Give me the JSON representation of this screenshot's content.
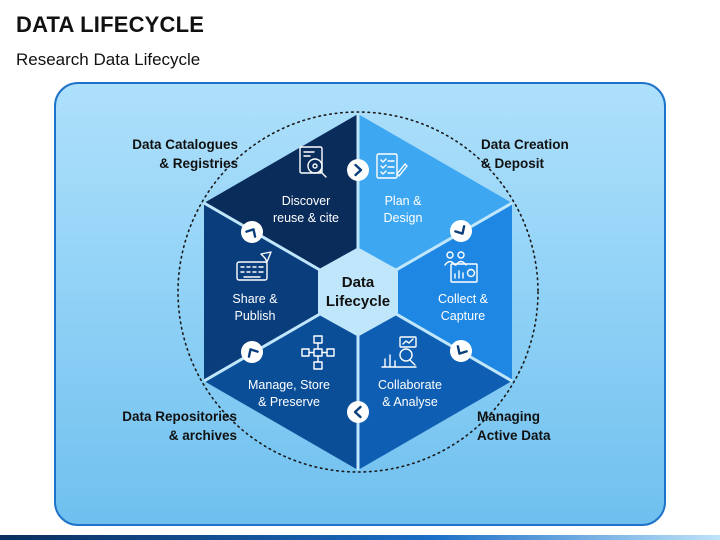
{
  "header": {
    "title": "DATA LIFECYCLE",
    "subtitle": "Research Data Lifecycle"
  },
  "center": {
    "line1": "Data",
    "line2": "Lifecycle"
  },
  "segments": [
    {
      "line1": "Plan &",
      "line2": "Design",
      "icon": "checklist-icon",
      "color": "#3ea7f2"
    },
    {
      "line1": "Collect &",
      "line2": "Capture",
      "icon": "team-chart-icon",
      "color": "#1e87e4"
    },
    {
      "line1": "Collaborate",
      "line2": "& Analyse",
      "icon": "analysis-icon",
      "color": "#0e5fb4"
    },
    {
      "line1": "Manage, Store",
      "line2": "& Preserve",
      "icon": "flowchart-icon",
      "color": "#0b4e98"
    },
    {
      "line1": "Share &",
      "line2": "Publish",
      "icon": "keyboard-send-icon",
      "color": "#0a3d7c"
    },
    {
      "line1": "Discover",
      "line2": "reuse & cite",
      "icon": "search-document-icon",
      "color": "#0a2c5b"
    }
  ],
  "corners": {
    "top_right": {
      "line1": "Data Creation",
      "line2": "& Deposit"
    },
    "bottom_right": {
      "line1": "Managing",
      "line2": "Active Data"
    },
    "bottom_left": {
      "line1": "Data Repositories",
      "line2": "& archives"
    },
    "top_left": {
      "line1": "Data Catalogues",
      "line2": "& Registries"
    }
  },
  "colors": {
    "panel_border": "#1e73c8",
    "arrow_circle": "#ffffff",
    "arrow_chevron": "#0b3f7c"
  }
}
